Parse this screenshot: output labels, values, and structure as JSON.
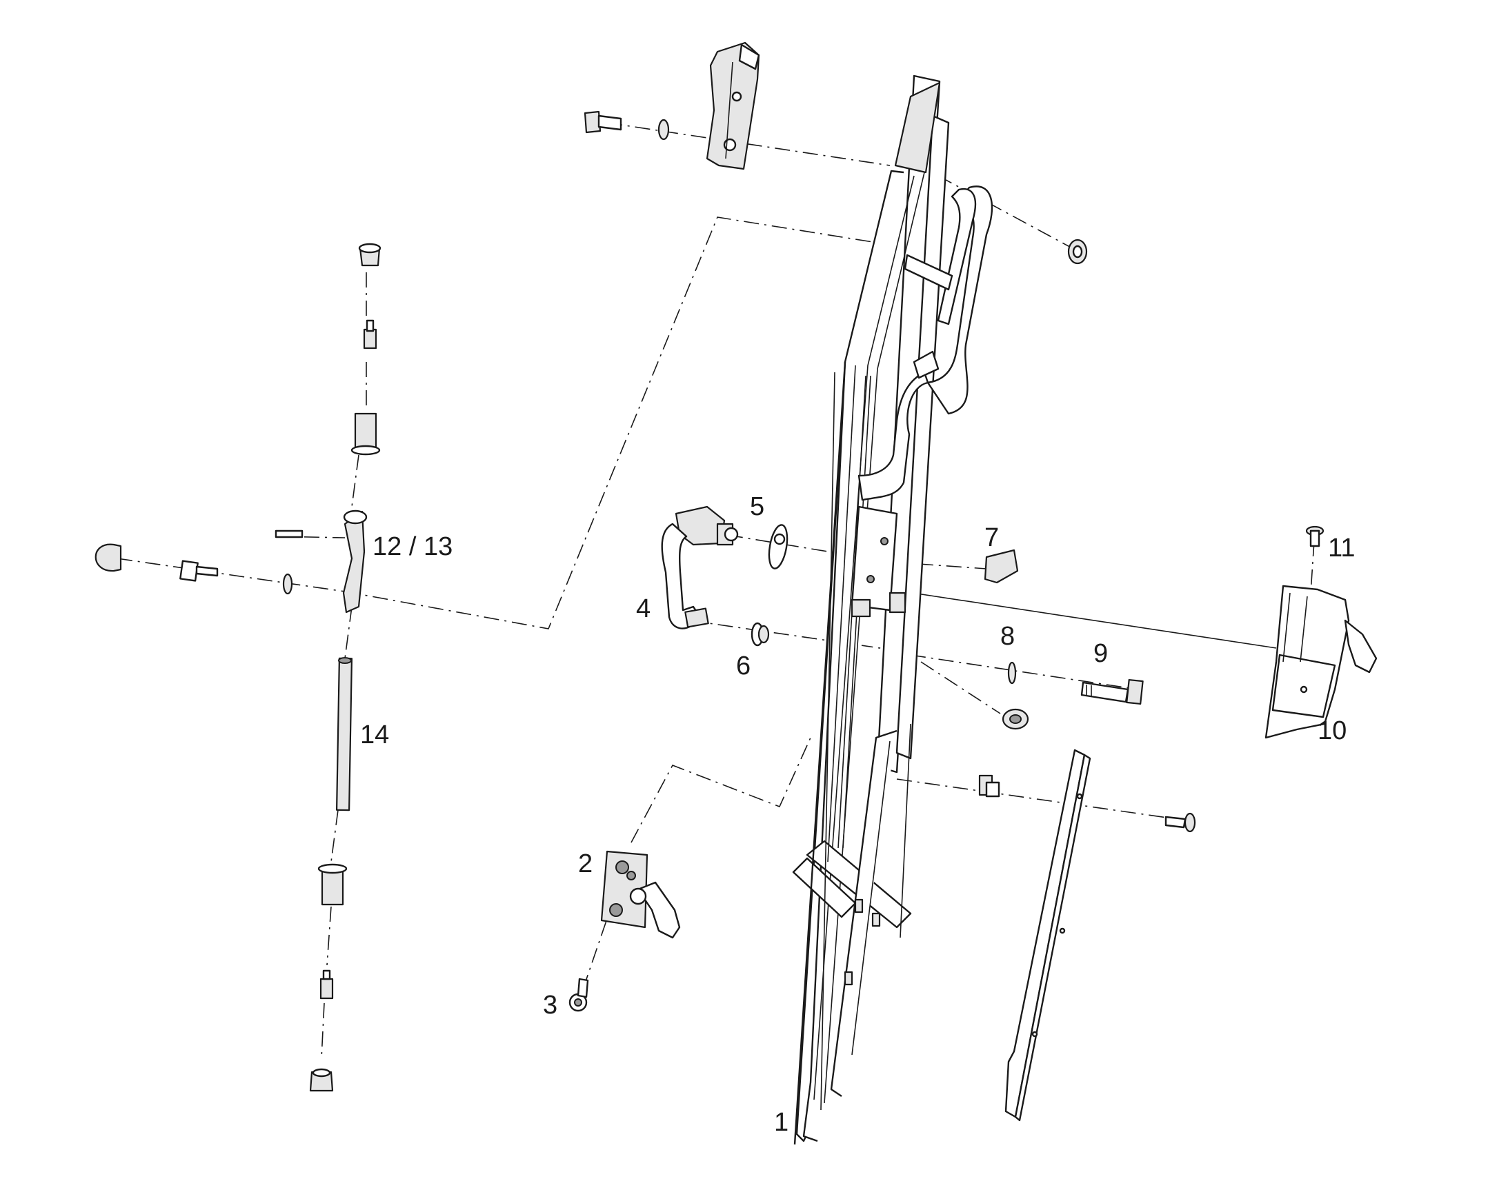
{
  "diagram": {
    "callouts": [
      {
        "id": "1",
        "text": "1"
      },
      {
        "id": "2",
        "text": "2"
      },
      {
        "id": "3",
        "text": "3"
      },
      {
        "id": "4",
        "text": "4"
      },
      {
        "id": "5",
        "text": "5"
      },
      {
        "id": "6",
        "text": "6"
      },
      {
        "id": "7",
        "text": "7"
      },
      {
        "id": "8",
        "text": "8"
      },
      {
        "id": "9",
        "text": "9"
      },
      {
        "id": "10",
        "text": "10"
      },
      {
        "id": "11",
        "text": "11"
      },
      {
        "id": "12-13",
        "text": "12 / 13"
      },
      {
        "id": "14",
        "text": "14"
      }
    ]
  }
}
